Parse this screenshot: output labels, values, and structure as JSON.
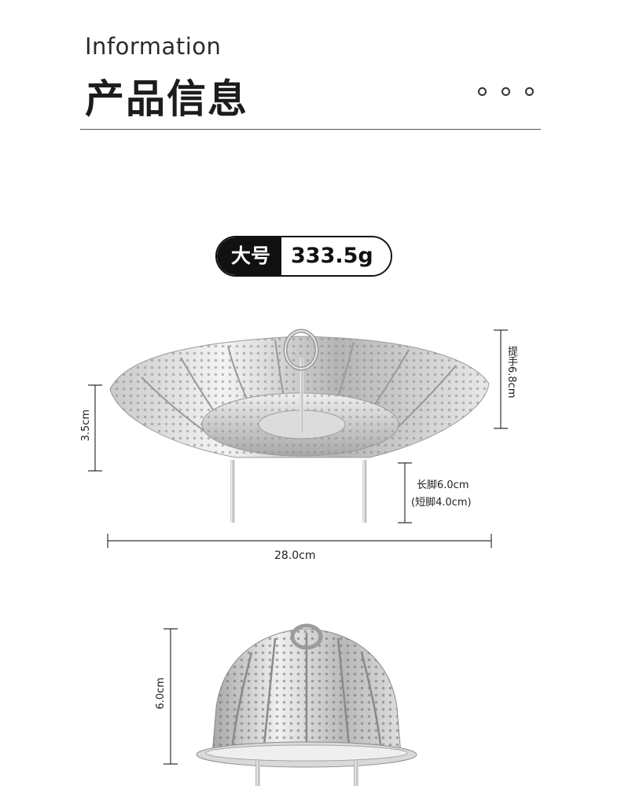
{
  "header": {
    "title_en": "Information",
    "title_cn": "产品信息"
  },
  "badge": {
    "size": "大号",
    "weight": "333.5g"
  },
  "dimensions": {
    "height": "3.5cm",
    "handle": "提手6.8cm",
    "leg_long": "长脚6.0cm",
    "leg_short": "(短脚4.0cm)",
    "width": "28.0cm",
    "folded_height": "6.0cm"
  },
  "colors": {
    "steel_light": "#f2f2f2",
    "steel_dark": "#8e8e8e",
    "text": "#222222"
  }
}
